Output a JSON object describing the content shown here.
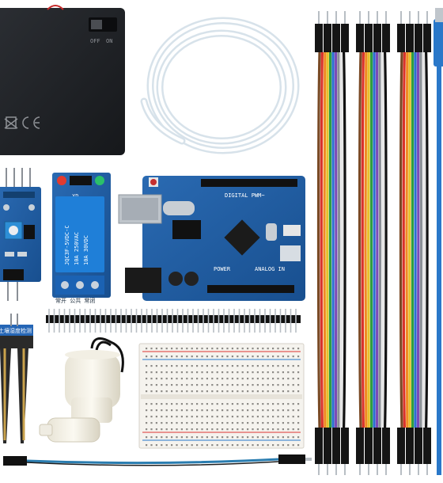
{
  "battery_box": {
    "switch_off": "OFF",
    "switch_on": "ON"
  },
  "soil_probe": {
    "label": "土壤湿度检测"
  },
  "relay": {
    "brand": "XD",
    "model": "JQC3F-5VDC-C",
    "rating_1": "10A 250VAC",
    "rating_2": "10A 30VDC",
    "terminals": "常开 公共 常闭"
  },
  "uno": {
    "header_top": "DIGITAL PWM~",
    "header_bottom": "ANALOG IN",
    "power": "POWER"
  },
  "colors": {
    "pcb_blue": "#1f5fa6",
    "wire_orange": "#f08a24",
    "wire_red": "#d9322a",
    "wire_green": "#2f9e3f",
    "wire_blue": "#2a6fd0",
    "wire_yellow": "#e6c12a",
    "wire_brown": "#7a4a25"
  }
}
